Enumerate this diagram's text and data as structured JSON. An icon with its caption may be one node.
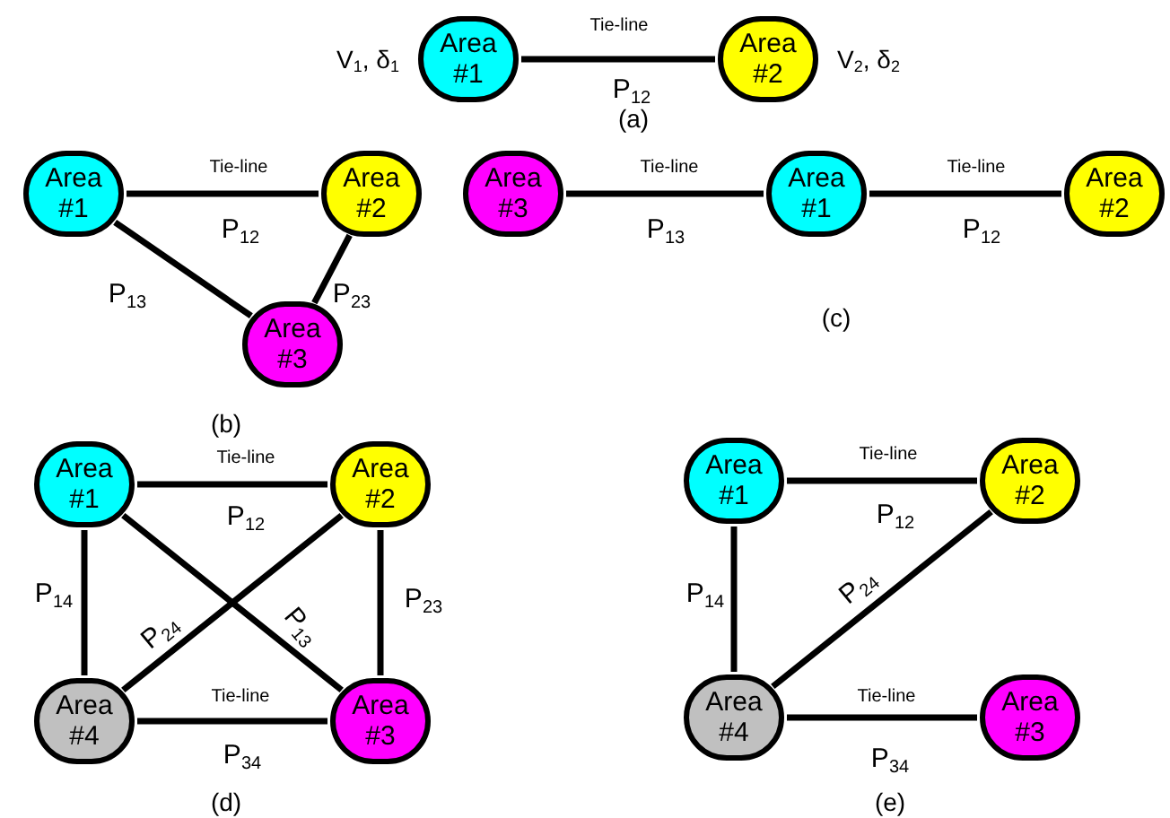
{
  "diagram": {
    "nodes": [
      {
        "text": [
          "Area #1"
        ],
        "beside": [
          "V$_{1}$, δ$_{1}$"
        ]
      },
      {
        "text": [
          "Area #2"
        ],
        "beside": [
          "V$_{2}$, δ$_{2}$"
        ]
      },
      {
        "text": [
          "Area #1"
        ]
      },
      {
        "text": [
          "Area #2"
        ]
      },
      {
        "text": [
          "Area #3"
        ]
      },
      {
        "text": [
          "Area #3"
        ]
      },
      {
        "text": [
          "Area #1"
        ]
      },
      {
        "text": [
          "Area #2"
        ]
      },
      {
        "text": [
          "Area #1"
        ]
      },
      {
        "text": [
          "Area #2"
        ]
      },
      {
        "text": [
          "Area #4"
        ]
      },
      {
        "text": [
          "Area #3"
        ]
      },
      {
        "text": [
          "Area #1"
        ]
      },
      {
        "text": [
          "Area #2"
        ]
      },
      {
        "text": [
          "Area #4"
        ]
      },
      {
        "text": [
          "Area #3"
        ]
      }
    ],
    "edges": [
      {
        "from": 0,
        "to": 1,
        "arrow": "none",
        "label": "P$_{12}$"
      },
      {
        "from": 2,
        "to": 3,
        "arrow": "none",
        "label": "P$_{12}$"
      },
      {
        "from": 2,
        "to": 4,
        "arrow": "none",
        "label": "P$_{13}$"
      },
      {
        "from": 3,
        "to": 4,
        "arrow": "none",
        "label": "P$_{23}$"
      },
      {
        "from": 5,
        "to": 6,
        "arrow": "none",
        "label": "P$_{13}$"
      },
      {
        "from": 6,
        "to": 7,
        "arrow": "none",
        "label": "P$_{12}$"
      },
      {
        "from": 8,
        "to": 9,
        "arrow": "none",
        "label": "P$_{12}$"
      },
      {
        "from": 8,
        "to": 10,
        "arrow": "none",
        "label": "P$_{14}$"
      },
      {
        "from": 9,
        "to": 11,
        "arrow": "none",
        "label": "P$_{23}$"
      },
      {
        "from": 10,
        "to": 11,
        "arrow": "none",
        "label": "P$_{34}$"
      },
      {
        "from": 9,
        "to": 10,
        "arrow": "none",
        "label": "P$_{24}$"
      },
      {
        "from": 8,
        "to": 11,
        "arrow": "none",
        "label": "P$_{13}$"
      },
      {
        "from": 12,
        "to": 13,
        "arrow": "none",
        "label": "P$_{12}$"
      },
      {
        "from": 12,
        "to": 14,
        "arrow": "none",
        "label": "P$_{14}$"
      },
      {
        "from": 13,
        "to": 14,
        "arrow": "none",
        "label": "P$_{24}$"
      },
      {
        "from": 14,
        "to": 15,
        "arrow": "none",
        "label": "P$_{34}$"
      }
    ],
    "labels": [
      "Tie-line",
      "(a)",
      "Tie-line",
      "Tie-line",
      "Tie-line",
      "(c)",
      "(b)",
      "Tie-line",
      "Tie-line",
      "(d)",
      "Tie-line",
      "Tie-line",
      "(e)"
    ]
  }
}
